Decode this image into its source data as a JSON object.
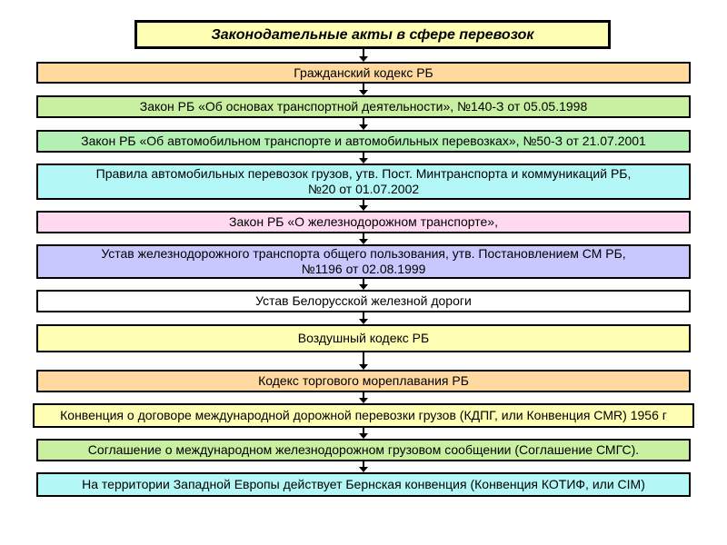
{
  "title": "Законодательные акты в сфере перевозок",
  "items": [
    {
      "lines": [
        "Гражданский кодекс РБ"
      ],
      "color": "#FFD9A0"
    },
    {
      "lines": [
        "Закон РБ «Об основах транспортной деятельности», №140-З от 05.05.1998"
      ],
      "color": "#C8F0A0"
    },
    {
      "lines": [
        "Закон РБ «Об автомобильном транспорте и автомобильных перевозках», №50-З от 21.07.2001"
      ],
      "color": "#B4EFB4"
    },
    {
      "lines": [
        "Правила автомобильных перевозок грузов, утв. Пост. Минтранспорта и коммуникаций РБ,",
        "№20 от 01.07.2002"
      ],
      "color": "#B3F7F7"
    },
    {
      "lines": [
        "Закон РБ «О железнодорожном транспорте»,"
      ],
      "color": "#FFD9F0"
    },
    {
      "lines": [
        "Устав железнодорожного транспорта общего пользования, утв. Постановлением СМ РБ,",
        "№1196 от 02.08.1999"
      ],
      "color": "#C8C8FF"
    },
    {
      "lines": [
        "Устав Белорусской железной дороги"
      ],
      "color": "#FFFFFF"
    },
    {
      "lines": [
        "Воздушный кодекс РБ"
      ],
      "color": "#FFFFB4"
    },
    {
      "lines": [
        "Кодекс торгового мореплавания РБ"
      ],
      "color": "#FFD9A0"
    },
    {
      "lines": [
        "Конвенция о договоре международной дорожной перевозки грузов (КДПГ, или Конвенция CMR) 1956 г"
      ],
      "color": "#FFFFB4"
    },
    {
      "lines": [
        "Соглашение о международном железнодорожном грузовом сообщении (Соглашение СМГС)."
      ],
      "color": "#C8F0A0"
    },
    {
      "lines": [
        "На территории Западной Европы действует Бернская конвенция (Конвенция КОТИФ, или CIM)"
      ],
      "color": "#B3F7F7"
    }
  ],
  "colors": {
    "title_bg": "#FFFFB4",
    "border": "#000000"
  }
}
